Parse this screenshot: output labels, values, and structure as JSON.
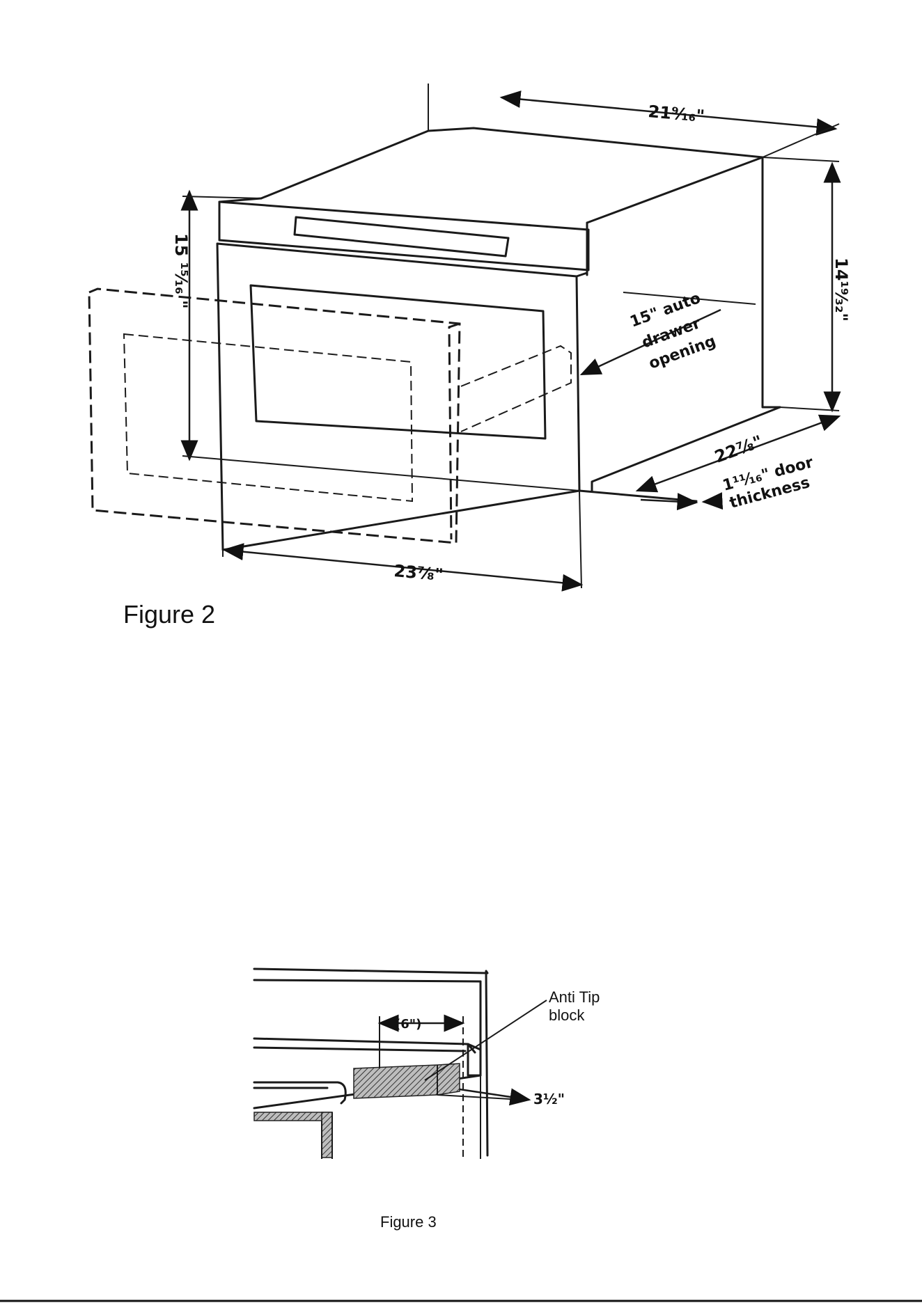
{
  "figure2": {
    "caption": "Figure 2",
    "dims": {
      "top_depth": "21⁹⁄₁₆\"",
      "side_height": "14¹⁹⁄₃₂\"",
      "front_height": "15 ¹⁵⁄₁₆ \"",
      "side_depth": "22⁷⁄₈\"",
      "front_width": "23⁷⁄₈\"",
      "door_thickness_line1": "1¹¹⁄₁₆\" door",
      "door_thickness_line2": "thickness",
      "drawer_line1": "15\" auto",
      "drawer_line2": "drawer",
      "drawer_line3": "opening"
    }
  },
  "figure3": {
    "caption": "Figure 3",
    "width_label": "(6\")",
    "antitip_line1": "Anti Tip",
    "antitip_line2": "block",
    "offset_label": "3½\""
  }
}
